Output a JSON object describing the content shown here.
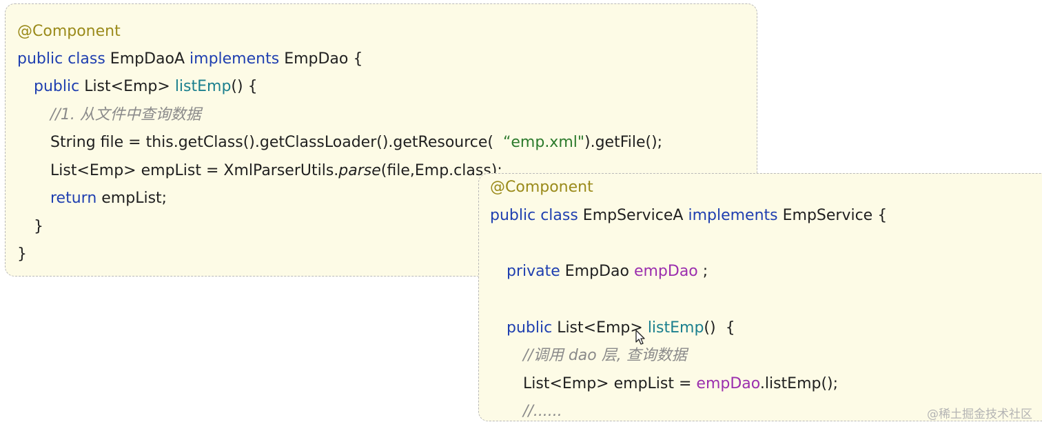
{
  "dao_panel": {
    "lines": [
      [
        {
          "t": "@Component",
          "c": "annotation"
        }
      ],
      [
        {
          "t": "public ",
          "c": "keyword"
        },
        {
          "t": "class ",
          "c": "keyword"
        },
        {
          "t": "EmpDaoA ",
          "c": "plain"
        },
        {
          "t": "implements ",
          "c": "keyword"
        },
        {
          "t": "EmpDao {",
          "c": "plain"
        }
      ],
      [
        {
          "t": "public ",
          "c": "keyword"
        },
        {
          "t": "List<Emp> ",
          "c": "plain"
        },
        {
          "t": "listEmp",
          "c": "method"
        },
        {
          "t": "() {",
          "c": "plain"
        }
      ],
      [
        {
          "t": "//1. 从文件中查询数据",
          "c": "comment"
        }
      ],
      [
        {
          "t": "String file = this.getClass().getClassLoader().getResource(  ",
          "c": "plain"
        },
        {
          "t": "“emp.xml\"",
          "c": "string"
        },
        {
          "t": ").getFile();",
          "c": "plain"
        }
      ],
      [
        {
          "t": "List<Emp> empList = XmlParserUtils.",
          "c": "plain"
        },
        {
          "t": "parse",
          "c": "italic"
        },
        {
          "t": "(file,Emp.class);",
          "c": "plain"
        }
      ],
      [
        {
          "t": "return ",
          "c": "keyword"
        },
        {
          "t": "empList;",
          "c": "plain"
        }
      ],
      [
        {
          "t": "}",
          "c": "plain"
        }
      ],
      [
        {
          "t": "}",
          "c": "plain"
        }
      ]
    ]
  },
  "service_panel": {
    "lines": [
      [
        {
          "t": "@Component",
          "c": "annotation"
        }
      ],
      [
        {
          "t": "public ",
          "c": "keyword"
        },
        {
          "t": "class ",
          "c": "keyword"
        },
        {
          "t": "EmpServiceA ",
          "c": "plain"
        },
        {
          "t": "implements ",
          "c": "keyword"
        },
        {
          "t": "EmpService {",
          "c": "plain"
        }
      ],
      [
        {
          "t": "private ",
          "c": "keyword"
        },
        {
          "t": "EmpDao ",
          "c": "plain"
        },
        {
          "t": "empDao",
          "c": "field"
        },
        {
          "t": " ;",
          "c": "plain"
        }
      ],
      [
        {
          "t": "public ",
          "c": "keyword"
        },
        {
          "t": "List<Emp> ",
          "c": "plain"
        },
        {
          "t": "listEmp",
          "c": "method"
        },
        {
          "t": "()  {",
          "c": "plain"
        }
      ],
      [
        {
          "t": "//调用 dao 层, 查询数据",
          "c": "comment"
        }
      ],
      [
        {
          "t": "List<Emp> empList = ",
          "c": "plain"
        },
        {
          "t": "empDao",
          "c": "field"
        },
        {
          "t": ".listEmp();",
          "c": "plain"
        }
      ],
      [
        {
          "t": "//......",
          "c": "comment"
        }
      ]
    ]
  },
  "watermark": "@稀土掘金技术社区",
  "colors": {
    "panel_bg": "#fdfbe6",
    "annotation": "#9a8a1a",
    "keyword": "#1f3fb0",
    "method": "#1a7f8e",
    "string": "#2c7a2c",
    "field": "#9b2fae",
    "comment": "#8a8a8a"
  },
  "icons": [
    "mouse-pointer-icon"
  ]
}
